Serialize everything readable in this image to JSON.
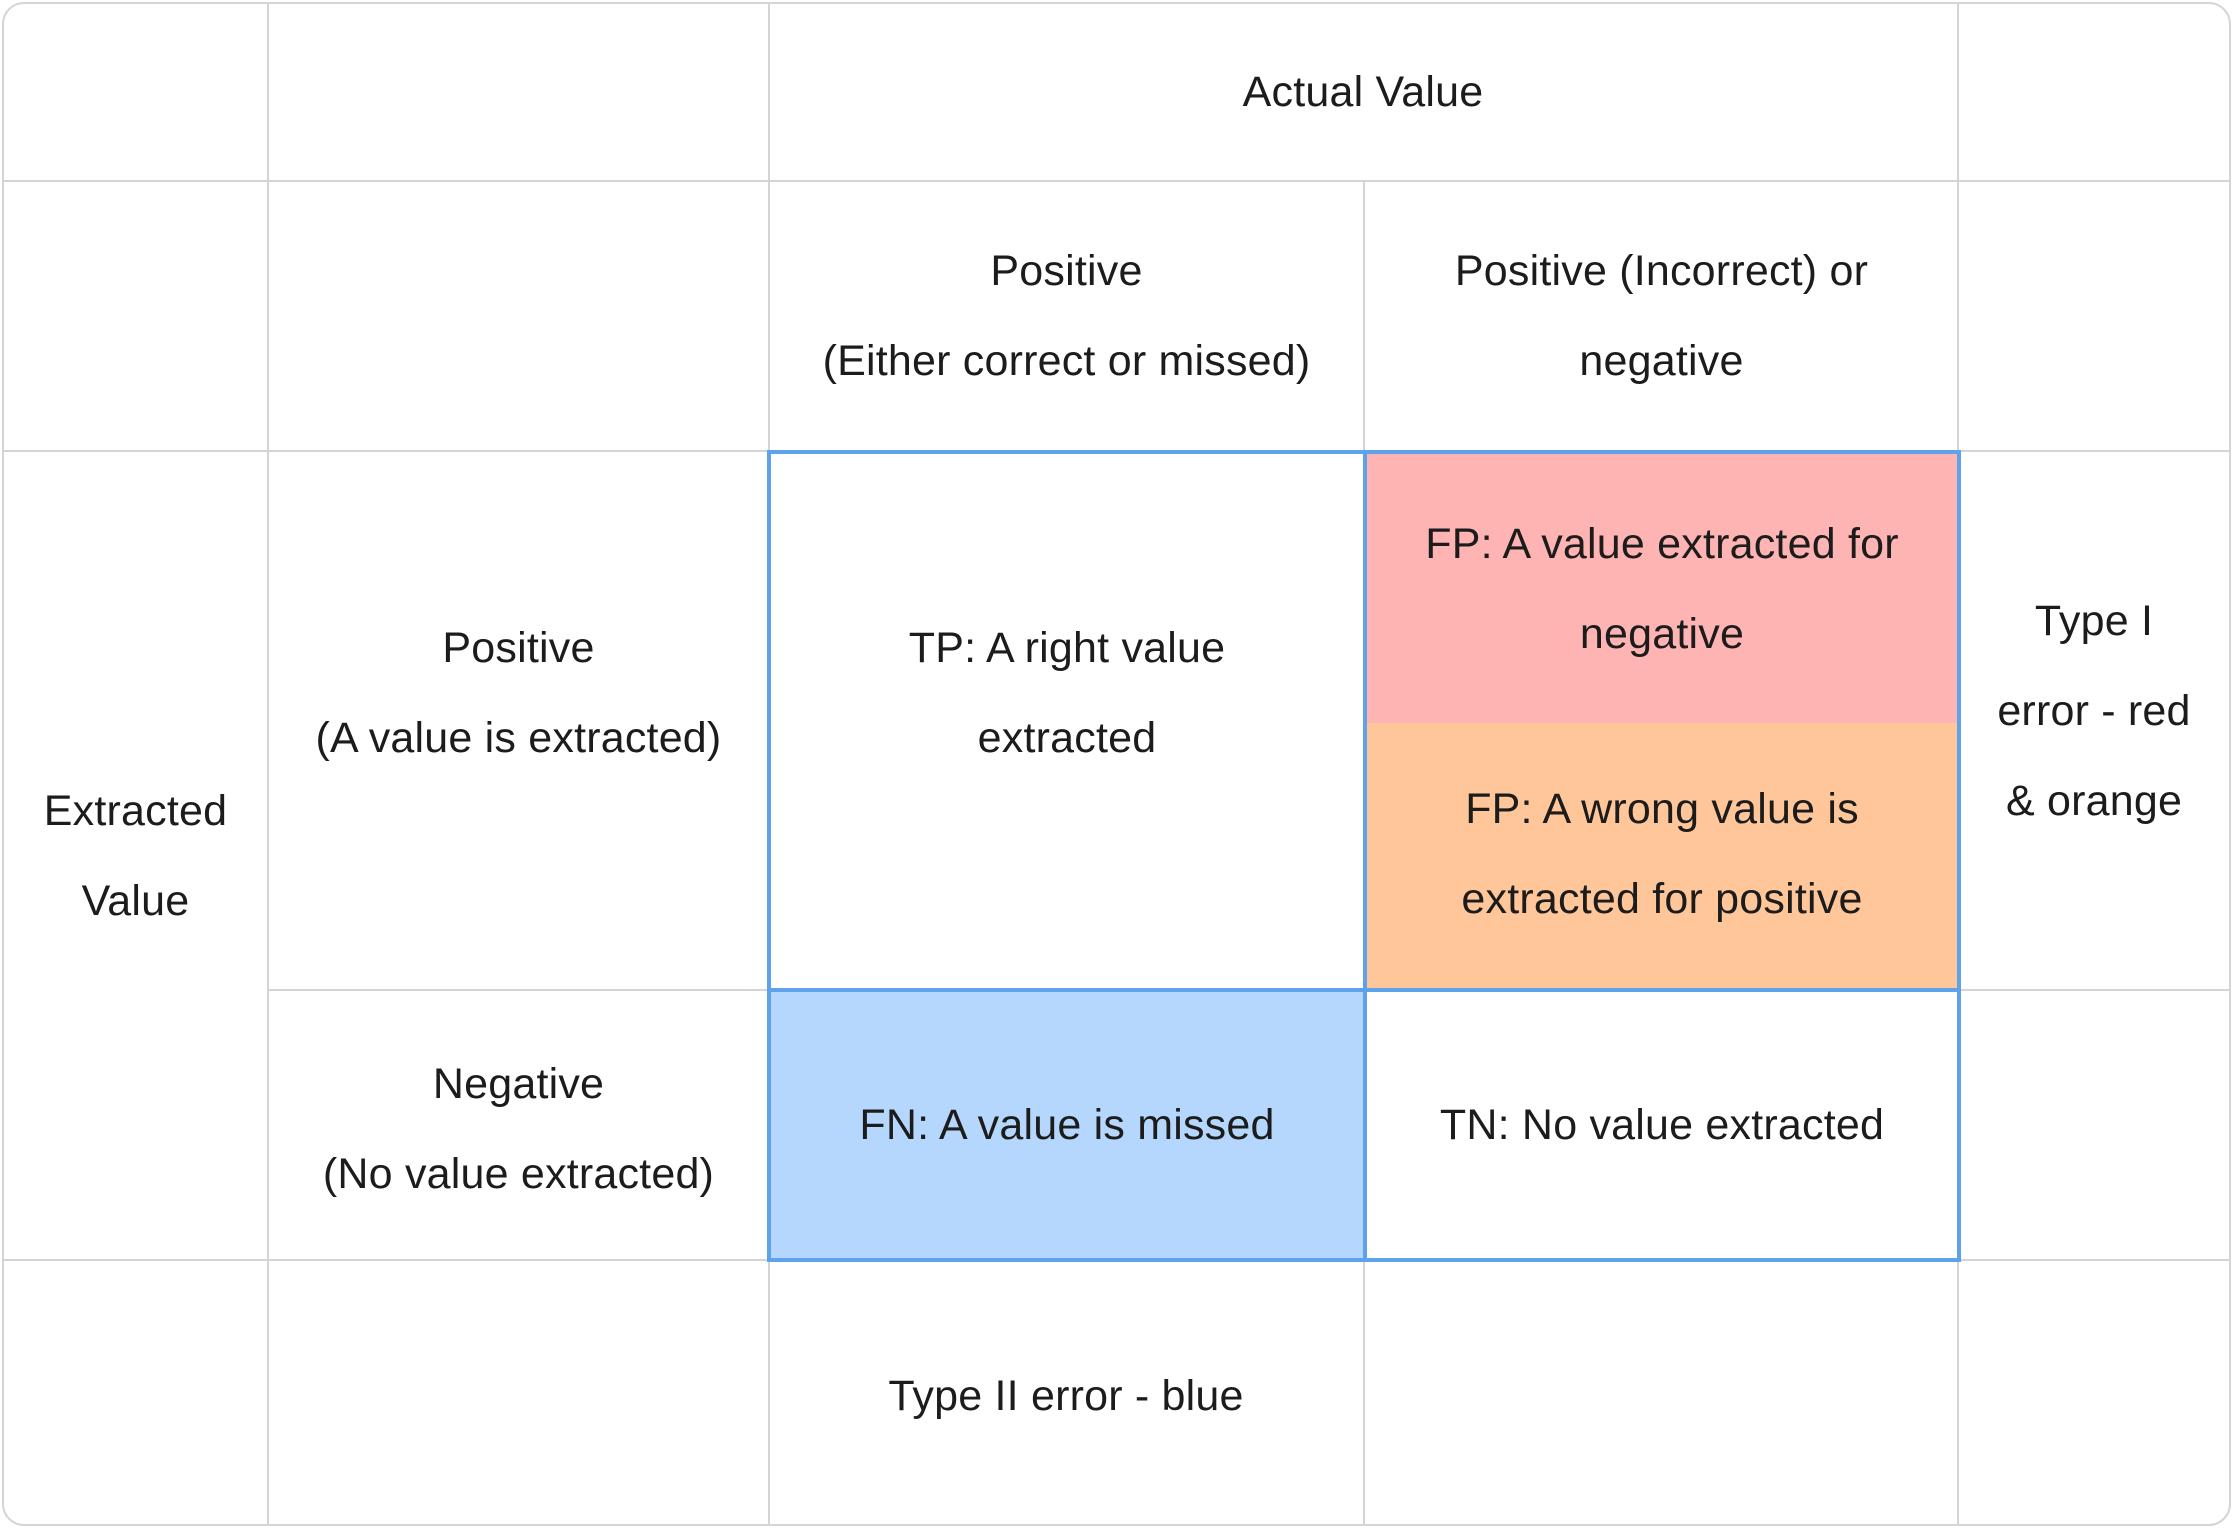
{
  "header": {
    "actual_value": "Actual Value",
    "col_positive_line1": "Positive",
    "col_positive_line2": "(Either correct or missed)",
    "col_negative_line1": "Positive (Incorrect) or",
    "col_negative_line2": "negative"
  },
  "rows": {
    "extracted_line1": "Extracted",
    "extracted_line2": "Value",
    "row_positive_line1": "Positive",
    "row_positive_line2": "(A value is extracted)",
    "row_negative_line1": "Negative",
    "row_negative_line2": "(No value extracted)"
  },
  "cells": {
    "tp_line1": "TP: A right value",
    "tp_line2": "extracted",
    "fp_negative_line1": "FP: A value extracted for",
    "fp_negative_line2": "negative",
    "fp_wrong_line1": "FP: A wrong value is",
    "fp_wrong_line2": "extracted for positive",
    "fn": "FN: A value is missed",
    "tn": "TN: No value extracted"
  },
  "notes": {
    "type1_line1": "Type I",
    "type1_line2": "error - red",
    "type1_line3": "& orange",
    "type2": "Type II error - blue"
  },
  "colors": {
    "fp_negative_fill": "#fdb4b3",
    "fp_wrong_fill": "#ffc69a",
    "fn_fill": "#b6d7fd",
    "matrix_border": "#5ea2eb",
    "grid_line": "#d4d4d4"
  }
}
